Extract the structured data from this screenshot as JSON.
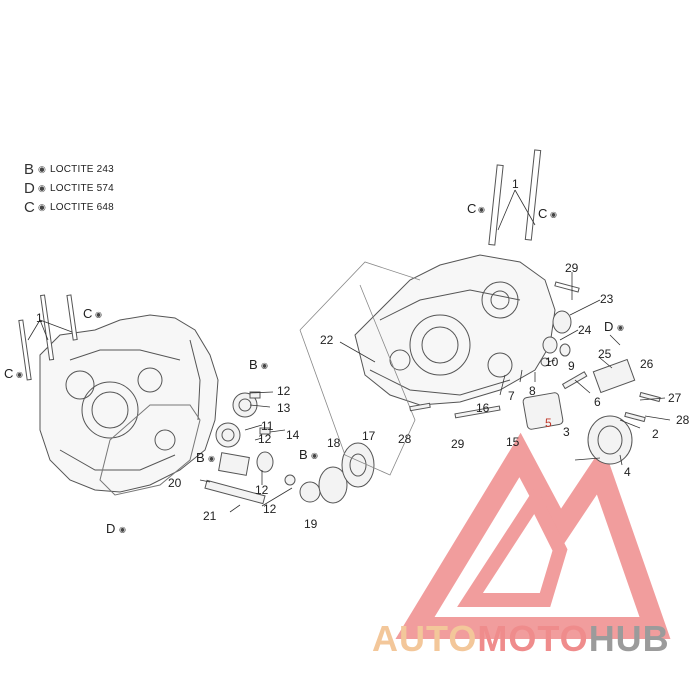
{
  "legend": [
    {
      "code": "B",
      "text": "LOCTITE 243"
    },
    {
      "code": "D",
      "text": "LOCTITE 574"
    },
    {
      "code": "C",
      "text": "LOCTITE 648"
    }
  ],
  "drop_glyph": "💧",
  "callouts": [
    "1",
    "2",
    "3",
    "4",
    "5",
    "6",
    "7",
    "8",
    "9",
    "10",
    "11",
    "12",
    "13",
    "14",
    "15",
    "16",
    "17",
    "18",
    "19",
    "20",
    "21",
    "22",
    "23",
    "24",
    "25",
    "26",
    "27",
    "28",
    "29"
  ],
  "watermark": {
    "part1": "AUTO",
    "part2": "MOTO",
    "part3": "HUB"
  },
  "colors": {
    "line": "#555555",
    "accent": "#c0392b",
    "watermark_red": "#ef8c8c",
    "watermark_orange": "#f3c79a",
    "watermark_gray": "#9b9b9b"
  }
}
